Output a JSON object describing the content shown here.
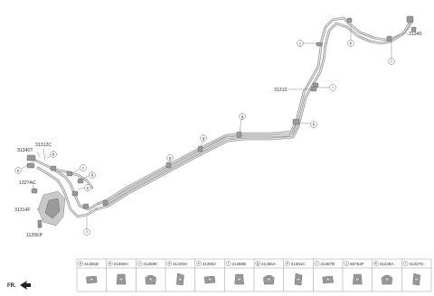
{
  "part_labels": {
    "p31340": "31340",
    "p31310": "31310",
    "p31312C": "31312C",
    "p31340T": "31340T",
    "p1327AC": "1327AC",
    "p31314F": "31314F",
    "p1125KP": "1125KP"
  },
  "callouts": [
    "a",
    "b",
    "c",
    "d",
    "e",
    "f",
    "g",
    "g",
    "g",
    "h",
    "i",
    "j",
    "k",
    "l"
  ],
  "legend": [
    {
      "letter": "a",
      "code": "31355D"
    },
    {
      "letter": "b",
      "code": "31360H"
    },
    {
      "letter": "c",
      "code": "31359K"
    },
    {
      "letter": "d",
      "code": "31325H"
    },
    {
      "letter": "e",
      "code": "31359J"
    },
    {
      "letter": "f",
      "code": "31358B"
    },
    {
      "letter": "g",
      "code": "31355A"
    },
    {
      "letter": "h",
      "code": "31351C"
    },
    {
      "letter": "i",
      "code": "31357B"
    },
    {
      "letter": "j",
      "code": "58753F"
    },
    {
      "letter": "k",
      "code": "31338A"
    },
    {
      "letter": "l",
      "code": "31327D"
    }
  ],
  "direction_label": "FR."
}
